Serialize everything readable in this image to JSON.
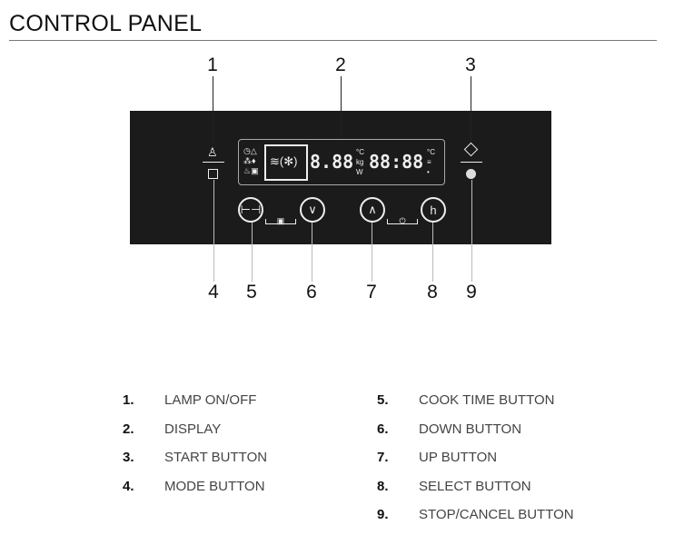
{
  "title": "CONTROL PANEL",
  "callouts": [
    "1",
    "2",
    "3",
    "4",
    "5",
    "6",
    "7",
    "8",
    "9"
  ],
  "display": {
    "temp": "8.88",
    "time": "88:88"
  },
  "legend": [
    {
      "num": "1.",
      "label": "LAMP ON/OFF"
    },
    {
      "num": "2.",
      "label": "DISPLAY"
    },
    {
      "num": "3.",
      "label": "START BUTTON"
    },
    {
      "num": "4.",
      "label": "MODE BUTTON"
    },
    {
      "num": "5.",
      "label": "COOK TIME BUTTON"
    },
    {
      "num": "6.",
      "label": "DOWN BUTTON"
    },
    {
      "num": "7.",
      "label": "UP BUTTON"
    },
    {
      "num": "8.",
      "label": "SELECT BUTTON"
    },
    {
      "num": "9.",
      "label": "STOP/CANCEL BUTTON"
    }
  ]
}
